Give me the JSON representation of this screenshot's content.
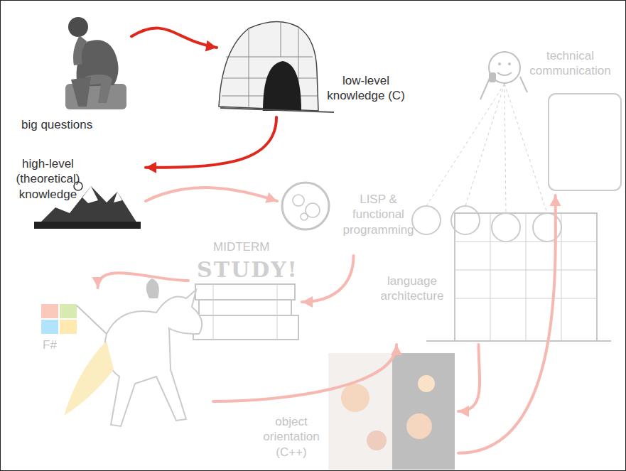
{
  "diagram": {
    "nodes": [
      {
        "text": [
          "big questions"
        ]
      },
      {
        "text": [
          "low-level knowledge (C)"
        ]
      },
      {
        "text": [
          "technical communication"
        ]
      },
      {
        "text": [
          "high-level (theoretical) knowledge"
        ]
      },
      {
        "text": [
          "LISP & functional programming"
        ]
      },
      {
        "text": [
          "MIDTERM",
          "STUDY!"
        ]
      },
      {
        "text": [
          "language architecture"
        ]
      },
      {
        "text": [
          "F#"
        ]
      },
      {
        "text": [
          "object orientation (C++)"
        ]
      }
    ],
    "edges": [
      {
        "from": 0,
        "to": 1,
        "arrow": "to"
      },
      {
        "from": 1,
        "to": 3,
        "arrow": "to"
      },
      {
        "from": 3,
        "to": 4,
        "arrow": "to"
      },
      {
        "from": 4,
        "to": 5,
        "arrow": "to"
      },
      {
        "from": 5,
        "to": 7,
        "arrow": "to"
      },
      {
        "from": 7,
        "to": 6,
        "arrow": "to"
      },
      {
        "from": 6,
        "to": 8,
        "arrow": "to"
      },
      {
        "from": 8,
        "to": 2,
        "arrow": "to"
      }
    ]
  }
}
